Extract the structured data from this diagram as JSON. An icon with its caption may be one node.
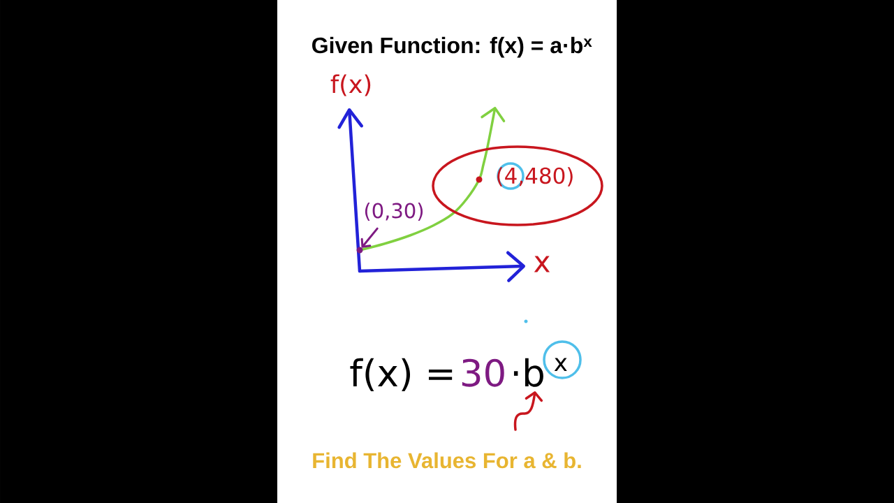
{
  "diagram": {
    "title": "Given Function: f(x) = a·b$^{x}$",
    "nodes": [
      {
        "text": [
          "(4,480)"
        ]
      },
      {
        "text": [
          "(0,30)"
        ]
      },
      {
        "text": [],
        "shape": "circle"
      },
      {
        "text": [
          "f(x) =",
          "30",
          "·b$^{x}$"
        ]
      }
    ],
    "edges": [
      {
        "from": 1,
        "to": 2,
        "arrow": "to",
        "color": "#7e1a82"
      },
      {
        "from": null,
        "to": 3,
        "arrow": "to",
        "color": "#c8161e"
      }
    ],
    "labels": [
      "f(x)",
      "x"
    ],
    "caption": "Find The Values For a & b."
  }
}
